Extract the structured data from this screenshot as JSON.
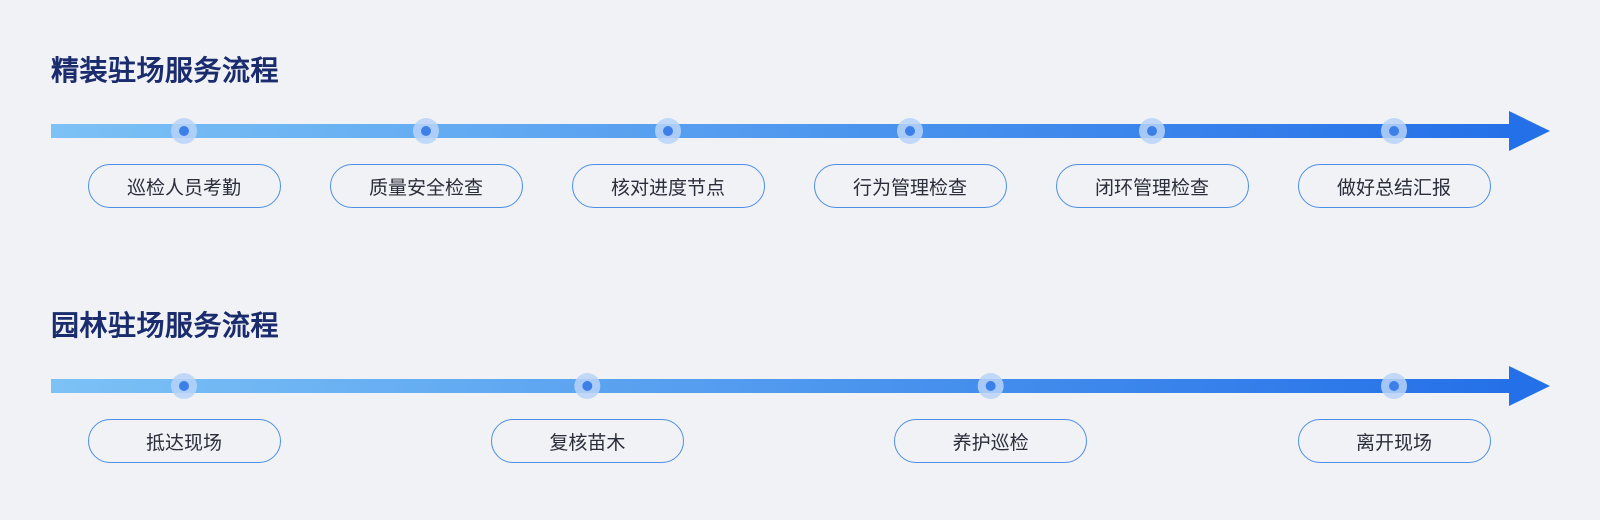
{
  "flows": [
    {
      "title": "精装驻场服务流程",
      "steps": [
        "巡检人员考勤",
        "质量安全检查",
        "核对进度节点",
        "行为管理检查",
        "闭环管理检查",
        "做好总结汇报"
      ]
    },
    {
      "title": "园林驻场服务流程",
      "steps": [
        "抵达现场",
        "复核苗木",
        "养护巡检",
        "离开现场"
      ]
    }
  ],
  "colors": {
    "background": "#F1F2F6",
    "title": "#1A2C6E",
    "arrow_start": "#7CC2F6",
    "arrow_end": "#2470E8",
    "node_halo": "#B9D4F8",
    "node_dot": "#3D7FE8",
    "pill_border": "#4D8FE6",
    "pill_text": "#2A2E3A"
  },
  "icons": {
    "arrow_head": "arrow-head-icon",
    "node": "node-dot-icon"
  }
}
